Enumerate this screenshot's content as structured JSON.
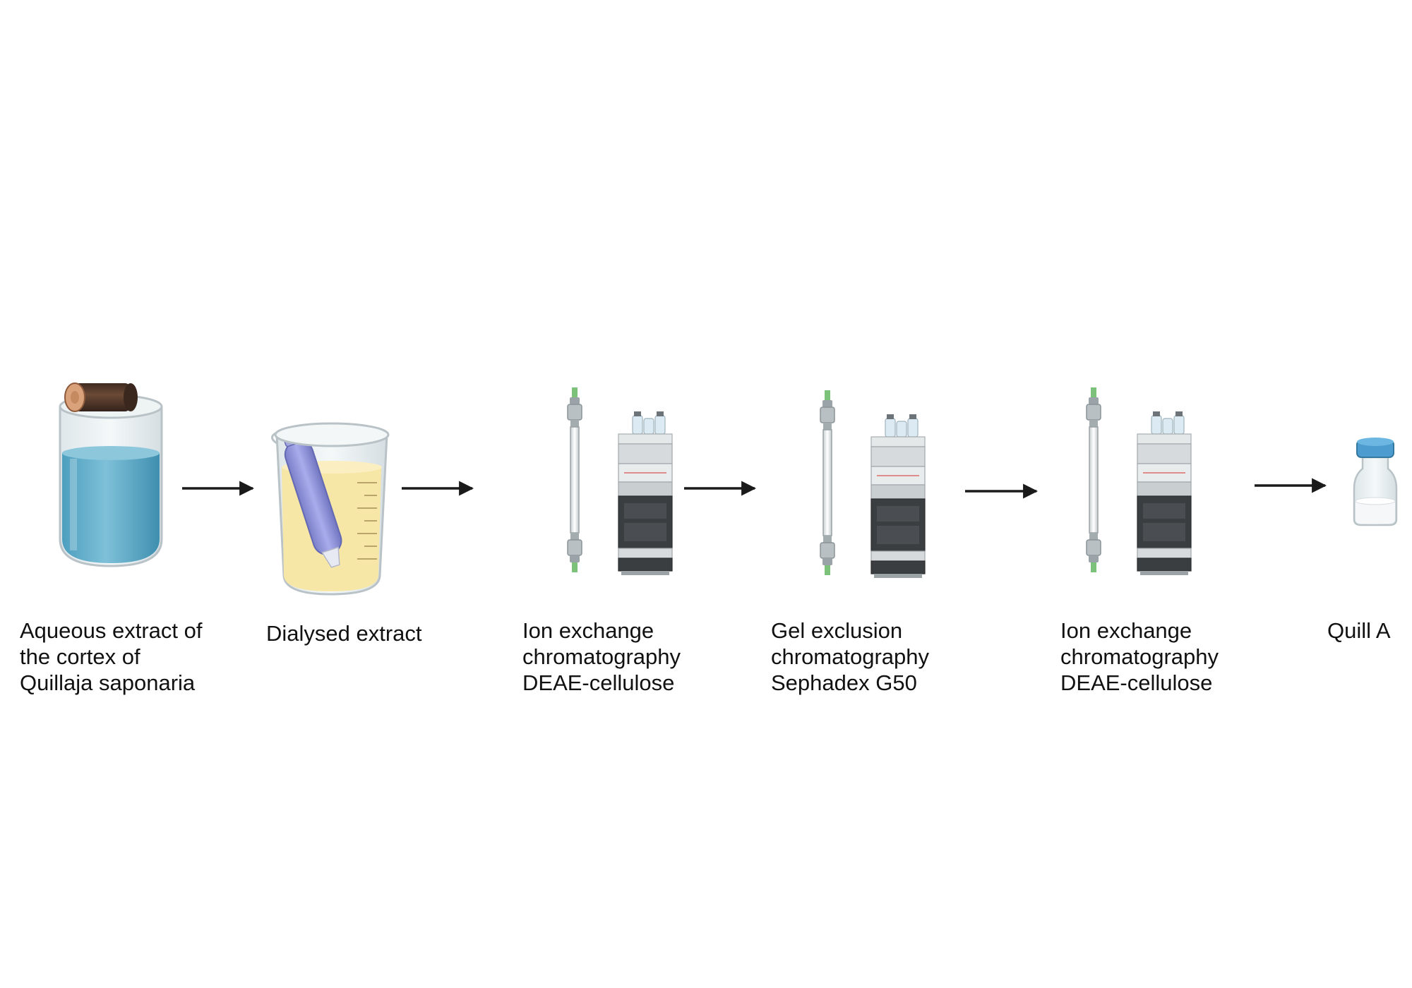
{
  "colors": {
    "arrow": "#1a1a1a",
    "water": "#5ba9c6",
    "dialysate": "#f6e7a6",
    "dialysis_bag": "#8f93d6",
    "wood": "#5a3c2c",
    "vial_cap": "#4c9ccf",
    "column_fitting": "#7cc27a"
  },
  "icons": {
    "step1": "jar-with-bark-icon",
    "step2": "beaker-with-dialysis-bag-icon",
    "step3": "chromatography-system-icon",
    "step4": "chromatography-system-icon",
    "step5": "chromatography-system-icon",
    "step6": "vial-icon"
  },
  "steps": [
    {
      "lines": [
        "Aqueous extract of",
        "the cortex of",
        "Quillaja saponaria"
      ]
    },
    {
      "lines": [
        "Dialysed extract"
      ]
    },
    {
      "lines": [
        "Ion exchange",
        "chromatography",
        "DEAE-cellulose"
      ]
    },
    {
      "lines": [
        "Gel exclusion",
        "chromatography",
        "Sephadex G50"
      ]
    },
    {
      "lines": [
        "Ion exchange",
        "chromatography",
        "DEAE-cellulose"
      ]
    },
    {
      "lines": [
        "Quill A"
      ]
    }
  ]
}
